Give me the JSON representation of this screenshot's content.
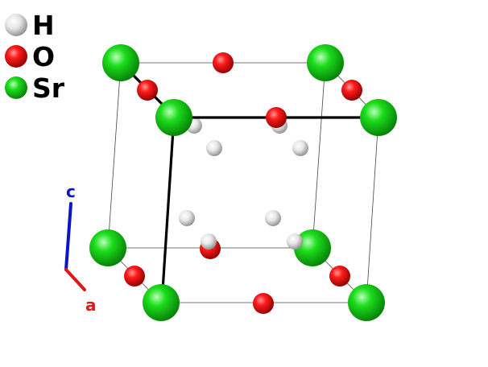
{
  "legend": [
    {
      "symbol": "H",
      "color": "#e8e8e8",
      "shade": "#8a8a8a"
    },
    {
      "symbol": "O",
      "color": "#ff1a1a",
      "shade": "#a00000"
    },
    {
      "symbol": "Sr",
      "color": "#1cdd1c",
      "shade": "#058005"
    }
  ],
  "axes": {
    "c": {
      "label": "c",
      "color": "#0a14c8"
    },
    "a": {
      "label": "a",
      "color": "#e01818"
    }
  },
  "colors": {
    "bond": "#000000",
    "cell_edge": "#444444",
    "hydrogen": "#e8e8e8",
    "oxygen": "#ff1a1a",
    "strontium": "#1cdd1c"
  }
}
